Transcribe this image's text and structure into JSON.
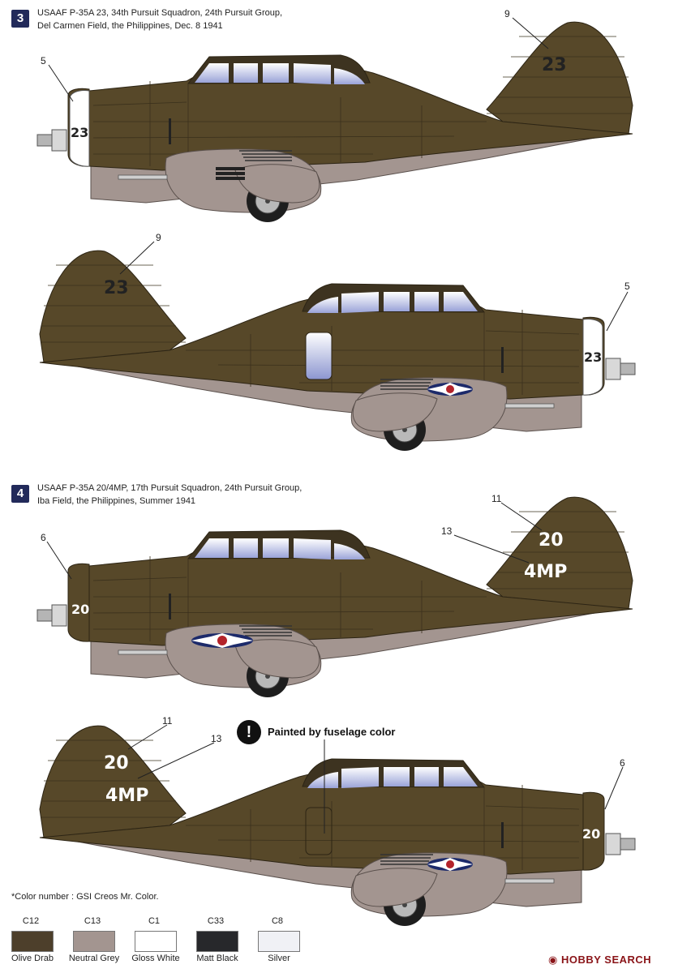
{
  "profiles": [
    {
      "number": "3",
      "caption_line1": "USAAF P-35A 23, 34th Pursuit Squadron, 24th Pursuit Group,",
      "caption_line2": "Del Carmen Field, the Philippines, Dec. 8 1941",
      "side_a": {
        "callout_nose": "5",
        "callout_tail": "9",
        "nose_number": "23",
        "tail_number": "23"
      },
      "side_b": {
        "callout_nose": "5",
        "callout_tail": "9",
        "nose_number": "23",
        "tail_number": "23"
      }
    },
    {
      "number": "4",
      "caption_line1": "USAAF P-35A 20/4MP, 17th Pursuit Squadron, 24th Pursuit Group,",
      "caption_line2": "Iba Field, the Philippines, Summer 1941",
      "side_a": {
        "callout_nose": "6",
        "callout_tail_top": "11",
        "callout_tail_bottom": "13",
        "nose_number": "20",
        "tail_number": "20",
        "tail_code": "4MP"
      },
      "side_b": {
        "callout_nose": "6",
        "callout_tail_top": "11",
        "callout_tail_bottom": "13",
        "nose_number": "20",
        "tail_number": "20",
        "tail_code": "4MP"
      }
    }
  ],
  "note": {
    "icon": "exclamation-icon",
    "text": "Painted by fuselage color"
  },
  "color_footnote": "*Color number : GSI Creos Mr. Color.",
  "swatches": [
    {
      "code": "C12",
      "name": "Olive Drab",
      "color": "#4d3f2b"
    },
    {
      "code": "C13",
      "name": "Neutral Grey",
      "color": "#a39590"
    },
    {
      "code": "C1",
      "name": "Gloss White",
      "color": "#ffffff"
    },
    {
      "code": "C33",
      "name": "Matt Black",
      "color": "#27282b"
    },
    {
      "code": "C8",
      "name": "Silver",
      "color": "#f0f1f5"
    }
  ],
  "watermark": "HOBBY SEARCH",
  "colors": {
    "olive": "#574829",
    "grey": "#a39590",
    "canopy": "#c8cde8",
    "insignia_blue": "#1c2a6a",
    "insignia_red": "#b3232a"
  }
}
